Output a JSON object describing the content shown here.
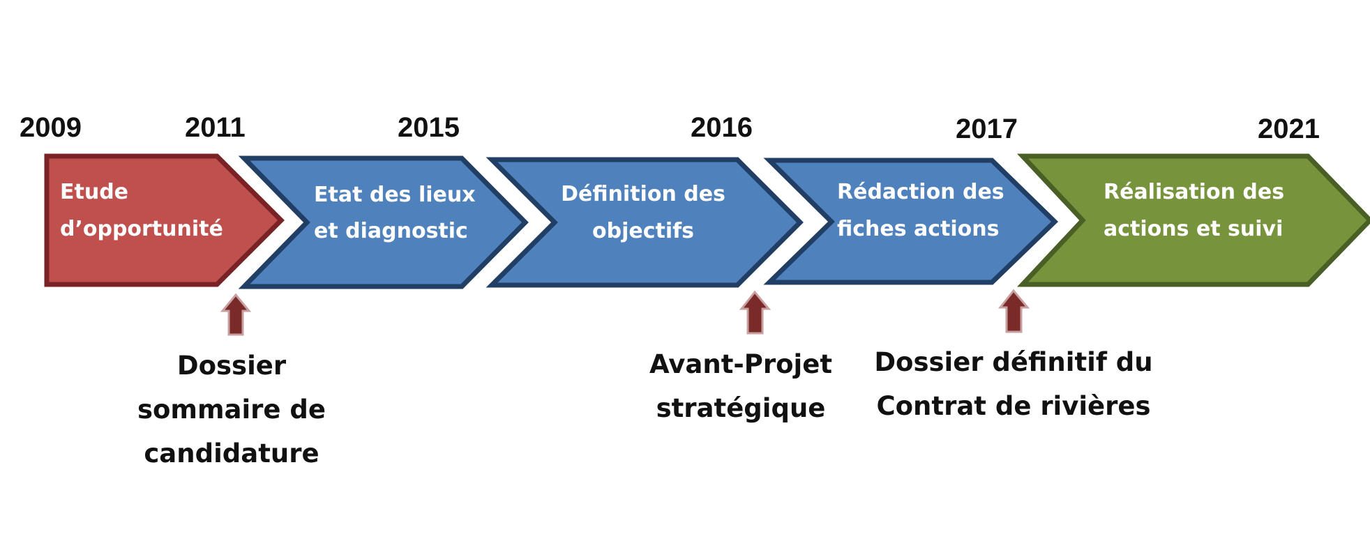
{
  "years": [
    "2009",
    "2011",
    "2015",
    "2016",
    "2017",
    "2021"
  ],
  "phases": [
    {
      "lines": [
        "Etude",
        "d’opportunité"
      ],
      "fill": "#c0504d",
      "stroke": "#7a2326"
    },
    {
      "lines": [
        "Etat des lieux",
        "et diagnostic"
      ],
      "fill": "#4f81bd",
      "stroke": "#213e64"
    },
    {
      "lines": [
        "Définition des",
        "objectifs"
      ],
      "fill": "#4f81bd",
      "stroke": "#213e64"
    },
    {
      "lines": [
        "Rédaction des",
        "fiches actions"
      ],
      "fill": "#4f81bd",
      "stroke": "#213e64"
    },
    {
      "lines": [
        "Réalisation des",
        "actions et suivi"
      ],
      "fill": "#77933c",
      "stroke": "#4a5f25"
    }
  ],
  "milestones": [
    {
      "icon": "up-arrow-icon",
      "lines": [
        "Dossier",
        "sommaire de",
        "candidature"
      ]
    },
    {
      "icon": "up-arrow-icon",
      "lines": [
        "Avant-Projet",
        "stratégique"
      ]
    },
    {
      "icon": "up-arrow-icon",
      "lines": [
        "Dossier définitif du",
        "Contrat de rivières"
      ]
    }
  ],
  "colors": {
    "marker_fill": "#7b2a2a",
    "marker_stroke": "#c9a0a0"
  }
}
